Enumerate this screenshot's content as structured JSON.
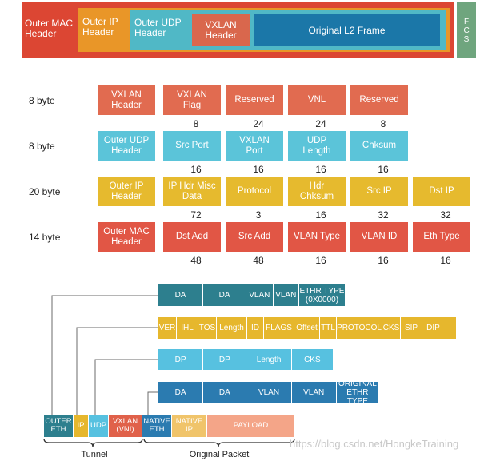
{
  "frame": {
    "outer_mac": "Outer MAC Header",
    "outer_ip": "Outer IP Header",
    "outer_udp": "Outer UDP Header",
    "vxlan": "VXLAN Header",
    "original_l2": "Original L2 Frame",
    "fcs": "FCS",
    "colors": {
      "red": "#dc4633",
      "orange": "#e99628",
      "teal": "#50b8c6",
      "salmon": "#d9674d",
      "blue": "#1b77a8",
      "green": "#6fa57e"
    }
  },
  "rows": [
    {
      "label": "8 byte",
      "color": "#e16b50",
      "fields": [
        {
          "name": "VXLAN Header",
          "size": ""
        },
        {
          "name": "VXLAN Flag",
          "size": "8"
        },
        {
          "name": "Reserved",
          "size": "24"
        },
        {
          "name": "VNL",
          "size": "24"
        },
        {
          "name": "Reserved",
          "size": "8"
        }
      ]
    },
    {
      "label": "8 byte",
      "color": "#5bc4d9",
      "fields": [
        {
          "name": "Outer UDP Header",
          "size": ""
        },
        {
          "name": "Src Port",
          "size": "16"
        },
        {
          "name": "VXLAN Port",
          "size": "16"
        },
        {
          "name": "UDP Length",
          "size": "16"
        },
        {
          "name": "Chksum",
          "size": "16"
        }
      ]
    },
    {
      "label": "20 byte",
      "color": "#e6ba2e",
      "fields": [
        {
          "name": "Outer IP Header",
          "size": ""
        },
        {
          "name": "IP Hdr Misc Data",
          "size": "72"
        },
        {
          "name": "Protocol",
          "size": "3"
        },
        {
          "name": "Hdr Chksum",
          "size": "16"
        },
        {
          "name": "Src IP",
          "size": "32"
        },
        {
          "name": "Dst IP",
          "size": "32"
        }
      ]
    },
    {
      "label": "14 byte",
      "color": "#e15645",
      "fields": [
        {
          "name": "Outer MAC Header",
          "size": ""
        },
        {
          "name": "Dst Add",
          "size": "48"
        },
        {
          "name": "Src Add",
          "size": "48"
        },
        {
          "name": "VLAN Type",
          "size": "16"
        },
        {
          "name": "VLAN ID",
          "size": "16"
        },
        {
          "name": "Eth Type",
          "size": "16"
        }
      ]
    }
  ],
  "strips": {
    "eth_outer": {
      "color": "#2d7f8e",
      "cells": [
        "DA",
        "DA",
        "VLAN",
        "VLAN",
        "ETHR TYPE (0X0000)"
      ]
    },
    "ip": {
      "color": "#e6b72d",
      "cells": [
        "VER",
        "IHL",
        "TOS",
        "Length",
        "ID",
        "FLAGS",
        "Offset",
        "TTL",
        "PROTOCOL",
        "CKS",
        "SIP",
        "DIP"
      ]
    },
    "udp": {
      "color": "#57c1e0",
      "cells": [
        "DP",
        "DP",
        "Length",
        "CKS"
      ]
    },
    "eth_inner": {
      "color": "#2b7bb0",
      "cells": [
        "DA",
        "DA",
        "VLAN",
        "VLAN",
        "ORIGINAL ETHR TYPE"
      ]
    }
  },
  "bottom": {
    "cells": [
      {
        "label": "OUTER ETH",
        "color": "#2d7f8e"
      },
      {
        "label": "IP",
        "color": "#e6b72d"
      },
      {
        "label": "UDP",
        "color": "#57c1e0"
      },
      {
        "label": "VXLAN (VNI)",
        "color": "#e0614a"
      },
      {
        "label": "NATIVE ETH",
        "color": "#2b7bb0"
      },
      {
        "label": "NATIVE IP",
        "color": "#f0c46a"
      },
      {
        "label": "PAYLOAD",
        "color": "#f4a588"
      }
    ],
    "tunnel": "Tunnel",
    "original_packet": "Original Packet"
  },
  "watermark": "https://blog.csdn.net/HongkeTraining"
}
